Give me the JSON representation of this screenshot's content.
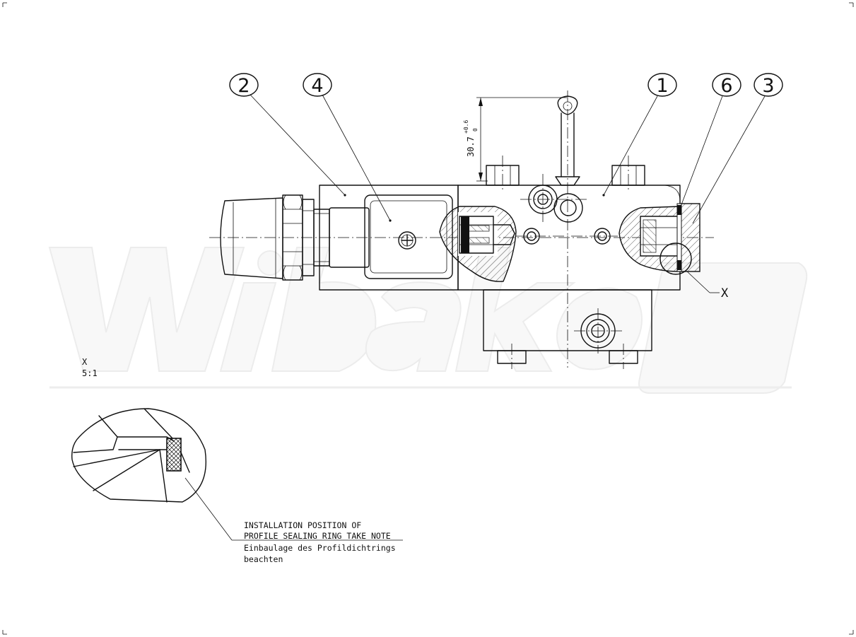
{
  "callouts": {
    "c1": "1",
    "c2": "2",
    "c3": "3",
    "c4": "4",
    "c6": "6"
  },
  "dimension": {
    "value": "30.7",
    "tol_upper": "+0.6",
    "tol_lower": "0"
  },
  "detail_marker": "X",
  "detail_view": {
    "label": "X",
    "scale": "5:1"
  },
  "note": {
    "en_line1": "INSTALLATION POSITION OF",
    "en_line2": "PROFILE SEALING RING TAKE NOTE",
    "de_line1": "Einbaulage des Profildichtrings",
    "de_line2": "beachten"
  },
  "watermark": {
    "brand": "Wibako"
  },
  "colors": {
    "line": "#111111",
    "paper": "#ffffff",
    "watermark": "#ececec"
  }
}
